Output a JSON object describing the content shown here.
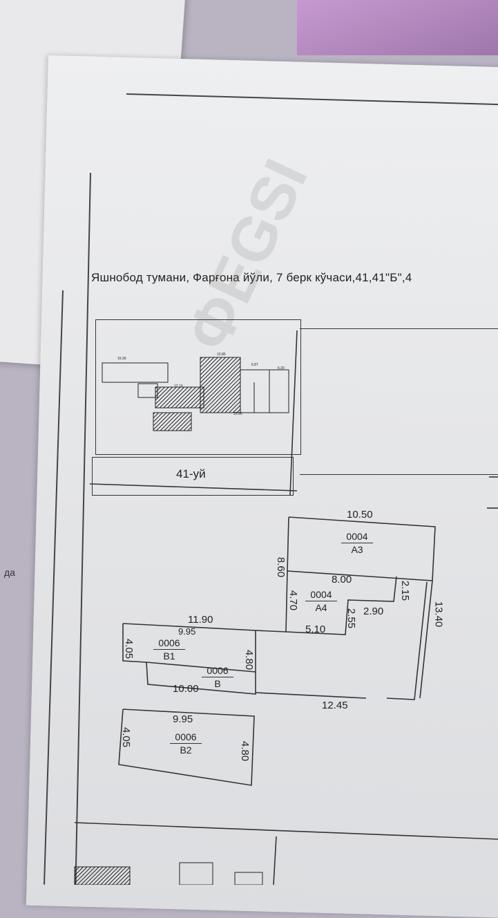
{
  "address": "Яшнобод тумани, Фарғона йўли, 7 берк кўчаси,41,41\"Б\",4",
  "street_label": "41-уй",
  "watermark": "ФEGSI",
  "side_text": "да",
  "plan": {
    "A3": {
      "num": "0004",
      "name": "A3"
    },
    "A4": {
      "num": "0004",
      "name": "A4"
    },
    "B1": {
      "num": "0006",
      "name": "B1"
    },
    "B": {
      "num": "0006",
      "name": "B"
    },
    "B2": {
      "num": "0006",
      "name": "B2"
    }
  },
  "dims": {
    "d1050": "10.50",
    "d860": "8.60",
    "d800": "8.00",
    "d215": "2.15",
    "d1340": "13.40",
    "d470": "4.70",
    "d290": "2.90",
    "d255": "2.55",
    "d510": "5.10",
    "d1190": "11.90",
    "d995a": "9.95",
    "d405a": "4.05",
    "d480a": "4.80",
    "d1000": "10.00",
    "d1245": "12.45",
    "d995b": "9.95",
    "d405b": "4.05",
    "d480b": "4.80"
  },
  "mini_plan_labels": [
    "16.90",
    "10.80",
    "25.90",
    "6.30",
    "6.87",
    "12.10"
  ]
}
